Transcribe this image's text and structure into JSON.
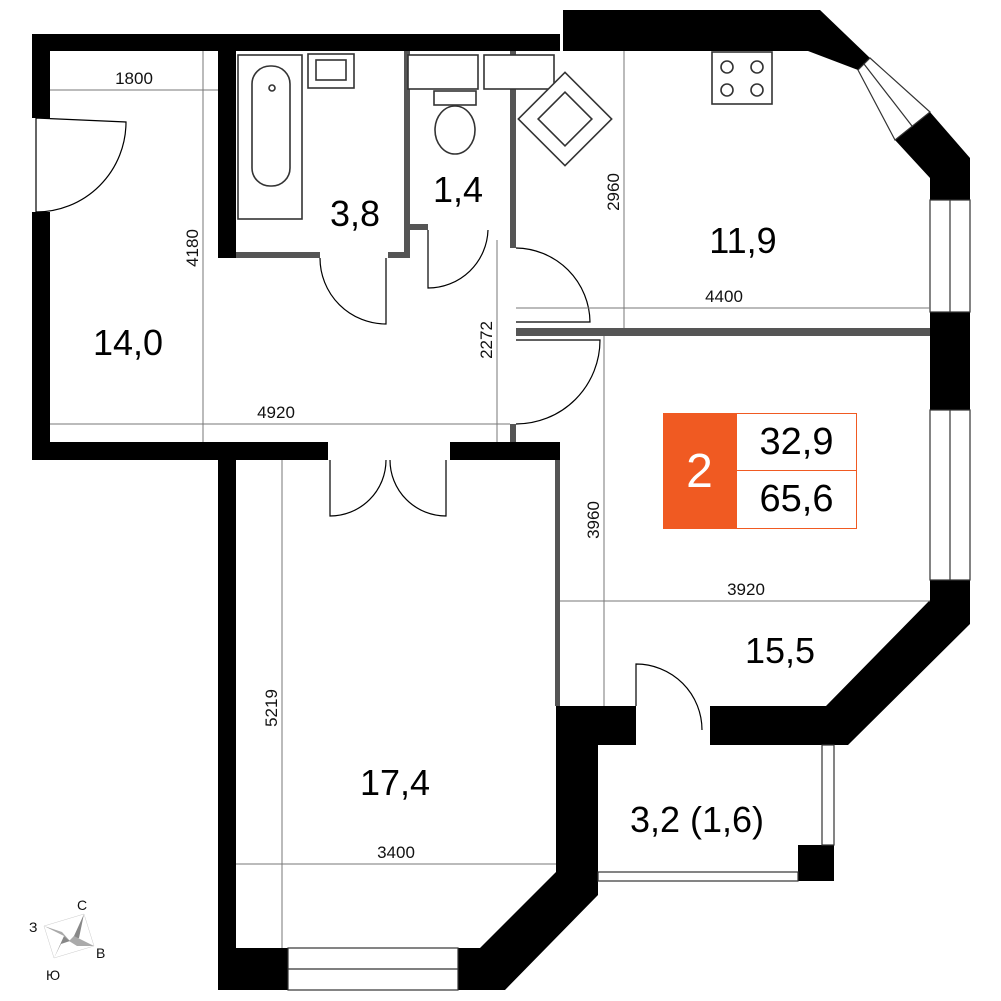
{
  "rooms": {
    "room_left": "14,0",
    "bath": "3,8",
    "wc": "1,4",
    "kitchen": "11,9",
    "bedroom": "15,5",
    "living": "17,4",
    "balcony": "3,2 (1,6)"
  },
  "dimensions": {
    "d1800": "1800",
    "d4180": "4180",
    "d2272": "2272",
    "d4920": "4920",
    "d2960": "2960",
    "d4400": "4400",
    "d3960": "3960",
    "d3920": "3920",
    "d5219": "5219",
    "d3400": "3400"
  },
  "badge": {
    "rooms_count": "2",
    "living_area": "32,9",
    "total_area": "65,6",
    "accent_color": "#f05a22"
  },
  "compass": {
    "north": "С",
    "south": "Ю",
    "east": "В",
    "west": "З"
  }
}
